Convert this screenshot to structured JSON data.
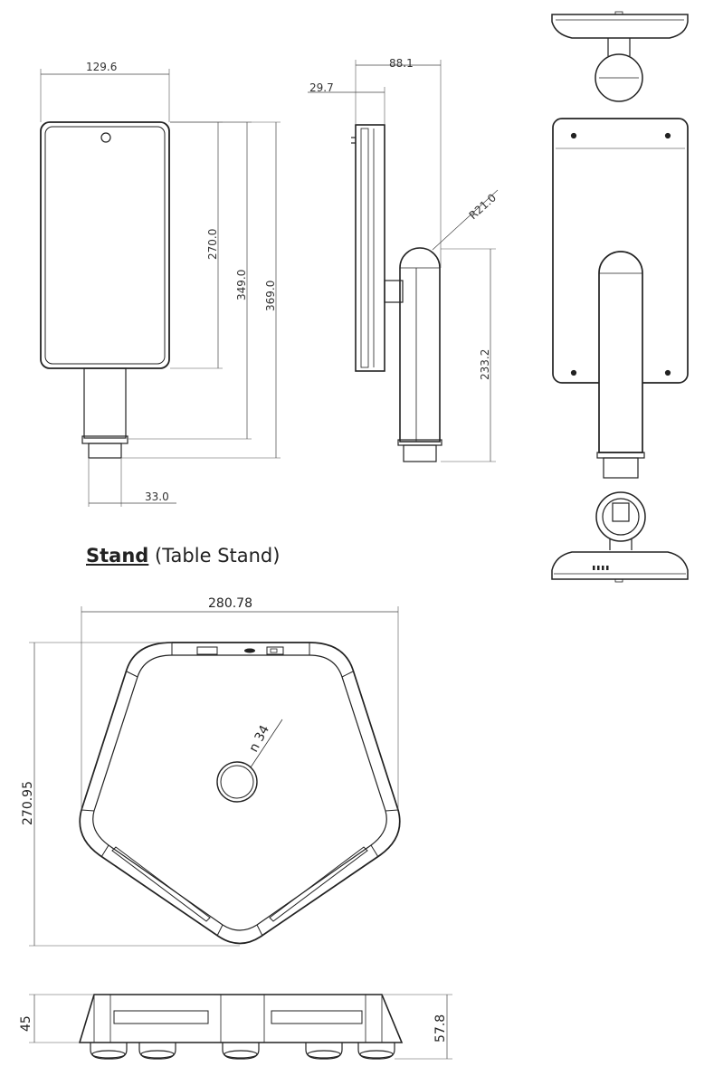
{
  "heading": {
    "title": "Stand",
    "subtitle": "(Table Stand)"
  },
  "dimensions": {
    "front_width": "129.6",
    "screen_height": "270.0",
    "body_height": "349.0",
    "total_height": "369.0",
    "pole_width": "33.0",
    "side_depth": "88.1",
    "panel_depth": "29.7",
    "radius": "R21.0",
    "pole_height": "233.2",
    "stand_width": "280.78",
    "stand_depth": "270.95",
    "hole_diameter": "n 34",
    "base_height": "45",
    "base_total_height": "57.8"
  }
}
